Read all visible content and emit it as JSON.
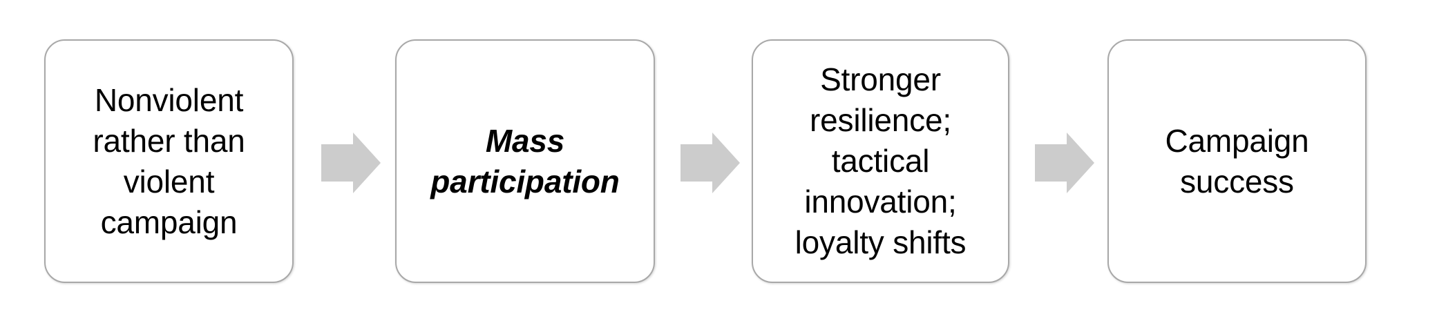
{
  "diagram": {
    "type": "linear-process-flow",
    "orientation": "left-to-right",
    "background_color": "#ffffff",
    "node_border_color": "#a8a8a8",
    "node_fill_color": "#ffffff",
    "arrow_color": "#cccccc",
    "text_color": "#000000",
    "nodes": [
      {
        "id": "node-1",
        "text": "Nonviolent\nrather than\nviolent\ncampaign",
        "lines": [
          "Nonviolent",
          "rather than",
          "violent",
          "campaign"
        ],
        "emphasis": false
      },
      {
        "id": "node-2",
        "text": "Mass\nparticipation",
        "lines": [
          "Mass",
          "participation"
        ],
        "emphasis": true
      },
      {
        "id": "node-3",
        "text": "Stronger\nresilience;\ntactical\ninnovation;\nloyalty shifts",
        "lines": [
          "Stronger",
          "resilience;",
          "tactical",
          "innovation;",
          "loyalty shifts"
        ],
        "emphasis": false
      },
      {
        "id": "node-4",
        "text": "Campaign\nsuccess",
        "lines": [
          "Campaign",
          "success"
        ],
        "emphasis": false
      }
    ],
    "connectors": [
      {
        "id": "arrow-1",
        "from": "node-1",
        "to": "node-2",
        "icon": "right-arrow-icon"
      },
      {
        "id": "arrow-2",
        "from": "node-2",
        "to": "node-3",
        "icon": "right-arrow-icon"
      },
      {
        "id": "arrow-3",
        "from": "node-3",
        "to": "node-4",
        "icon": "right-arrow-icon"
      }
    ]
  }
}
